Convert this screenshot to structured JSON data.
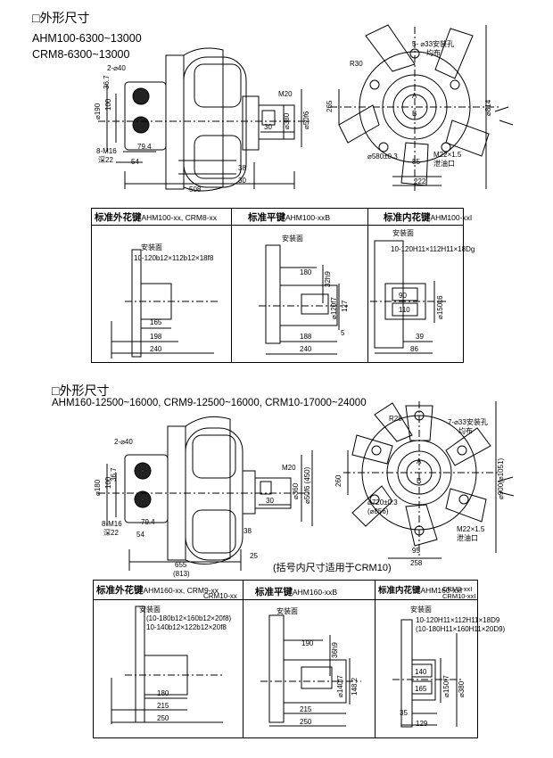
{
  "section1": {
    "heading": "□外形尺寸",
    "models_line1": "AHM100-6300~13000",
    "models_line2": "CRM8-6300~13000",
    "dims": {
      "d40": "2-⌀40",
      "d36_7": "36.7",
      "d190": "⌀190",
      "d100": "100",
      "d79_4": "79.4",
      "m16": "8-M16",
      "deep22": "深22",
      "d54": "54",
      "d508": "508",
      "d38": "38",
      "d30a": "30",
      "m20": "M20",
      "d380": "⌀380",
      "d50": "⌀50f6",
      "d30b": "30",
      "r30": "R30",
      "holes": "5- ⌀33安装孔",
      "evenly": "均布",
      "d265": "265",
      "d814": "⌀814",
      "d580": "⌀580±0.3",
      "d85": "85",
      "d222": "222",
      "m22": "M22×1.5",
      "drain": "泄油口",
      "a": "A",
      "b": "B"
    }
  },
  "table1": {
    "head_spline_ext": "标准外花键",
    "head_spline_ext_model": "AHM100-xx, CRM8-xx",
    "head_flat_key": "标准平键",
    "head_flat_key_model": "AHM100-xxB",
    "head_spline_int": "标准内花键",
    "head_spline_int_model": "AHM100-xxI",
    "c1": {
      "mount": "安装面",
      "spec": "10-120b12×112b12×18f8",
      "d165": "165",
      "d198": "198",
      "d240": "240"
    },
    "c2": {
      "mount": "安装面",
      "d180": "180",
      "d32h9": "32h9",
      "d120": "⌀120f7",
      "d127": "127",
      "d5": "5",
      "d188": "188",
      "d240": "240"
    },
    "c3": {
      "mount": "安装面",
      "spec": "10-120H11×112H11×18Dg",
      "d90": "90",
      "d110": "110",
      "d150": "⌀150k6",
      "d39": "39",
      "d86": "86"
    }
  },
  "section2": {
    "heading": "□外形尺寸",
    "models": "AHM160-12500~16000,  CRM9-12500~16000,  CRM10-17000~24000",
    "dims": {
      "d40": "2-⌀40",
      "d36_7": "36.7",
      "d180": "⌀180",
      "d100": "100",
      "d79_4": "79.4",
      "m16": "8-M16",
      "deep22": "深22",
      "d54": "54",
      "d655": "655",
      "d813": "(813)",
      "d38": "38",
      "d25": "25",
      "d30": "30",
      "m20": "M20",
      "d360": "⌀360",
      "d5016": "⌀50f6 (450)",
      "r28": "R28",
      "holes": "7-⌀33安装孔",
      "evenly": "均布",
      "d260": "260",
      "d900": "⌀900(⌀1051)",
      "d720": "⌀720±0.3",
      "d856": "(⌀856)",
      "d95": "95",
      "d258": "258",
      "m22": "M22×1.5",
      "drain": "泄油口",
      "note": "(括号内尺寸适用于CRM10)",
      "a": "A",
      "b": "B"
    }
  },
  "table2": {
    "head_spline_ext": "标准外花键",
    "head_spline_ext_model": "AHM160-xx, CRM9-xx",
    "head_spline_ext_model2": "CRM10-xx",
    "head_flat_key": "标准平键",
    "head_flat_key_model": "AHM160-xxB",
    "head_spline_int": "标准内花键",
    "head_spline_int_model": "AHM160-xxI",
    "head_spline_int_model2": "CRM9-xxI",
    "head_spline_int_model3": "CRM10-xxI",
    "c1": {
      "mount": "安装面",
      "spec1": "(10-180b12×160b12×20f8)",
      "spec2": "10-140b12×122b12×20f8",
      "d180": "180",
      "d215": "215",
      "d250": "250"
    },
    "c2": {
      "mount": "安装面",
      "d190": "190",
      "d36h9": "36h9",
      "d140": "⌀140f7",
      "d148": "148.2",
      "d215": "215",
      "d250": "250"
    },
    "c3": {
      "mount": "安装面",
      "spec1": "10-120H11×112H11×18D9",
      "spec2": "(10-180H11×160H11×20D9)",
      "d140": "140",
      "d165": "165",
      "d150": "⌀150f7",
      "d380": "⌀380",
      "d35": "35",
      "d129": "129"
    }
  }
}
